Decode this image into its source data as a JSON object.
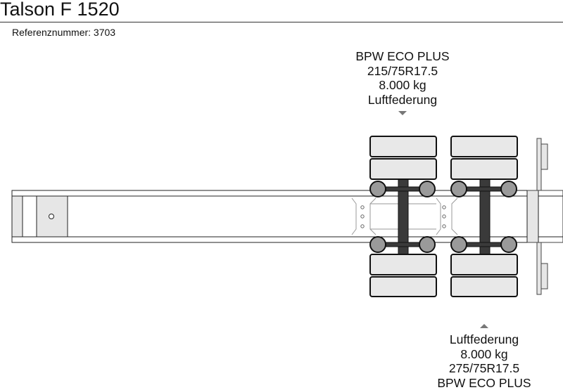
{
  "header": {
    "title": "Talson F 1520",
    "reference": "Referenznummer: 3703"
  },
  "axle_labels": {
    "top": {
      "brand": "BPW ECO PLUS",
      "tire": "215/75R17.5",
      "load": "8.000 kg",
      "suspension": "Luftfederung"
    },
    "bottom": {
      "suspension": "Luftfederung",
      "load": "8.000 kg",
      "tire": "275/75R17.5",
      "brand": "BPW ECO PLUS"
    }
  },
  "colors": {
    "outline": "#222222",
    "frame_fill": "#ffffff",
    "panel_fill": "#e6e6e6",
    "wheel_fill": "#e8e8e8",
    "axle_bar": "#3a3a3a",
    "hub_fill": "#9a9a9a",
    "marker": "#777777"
  }
}
